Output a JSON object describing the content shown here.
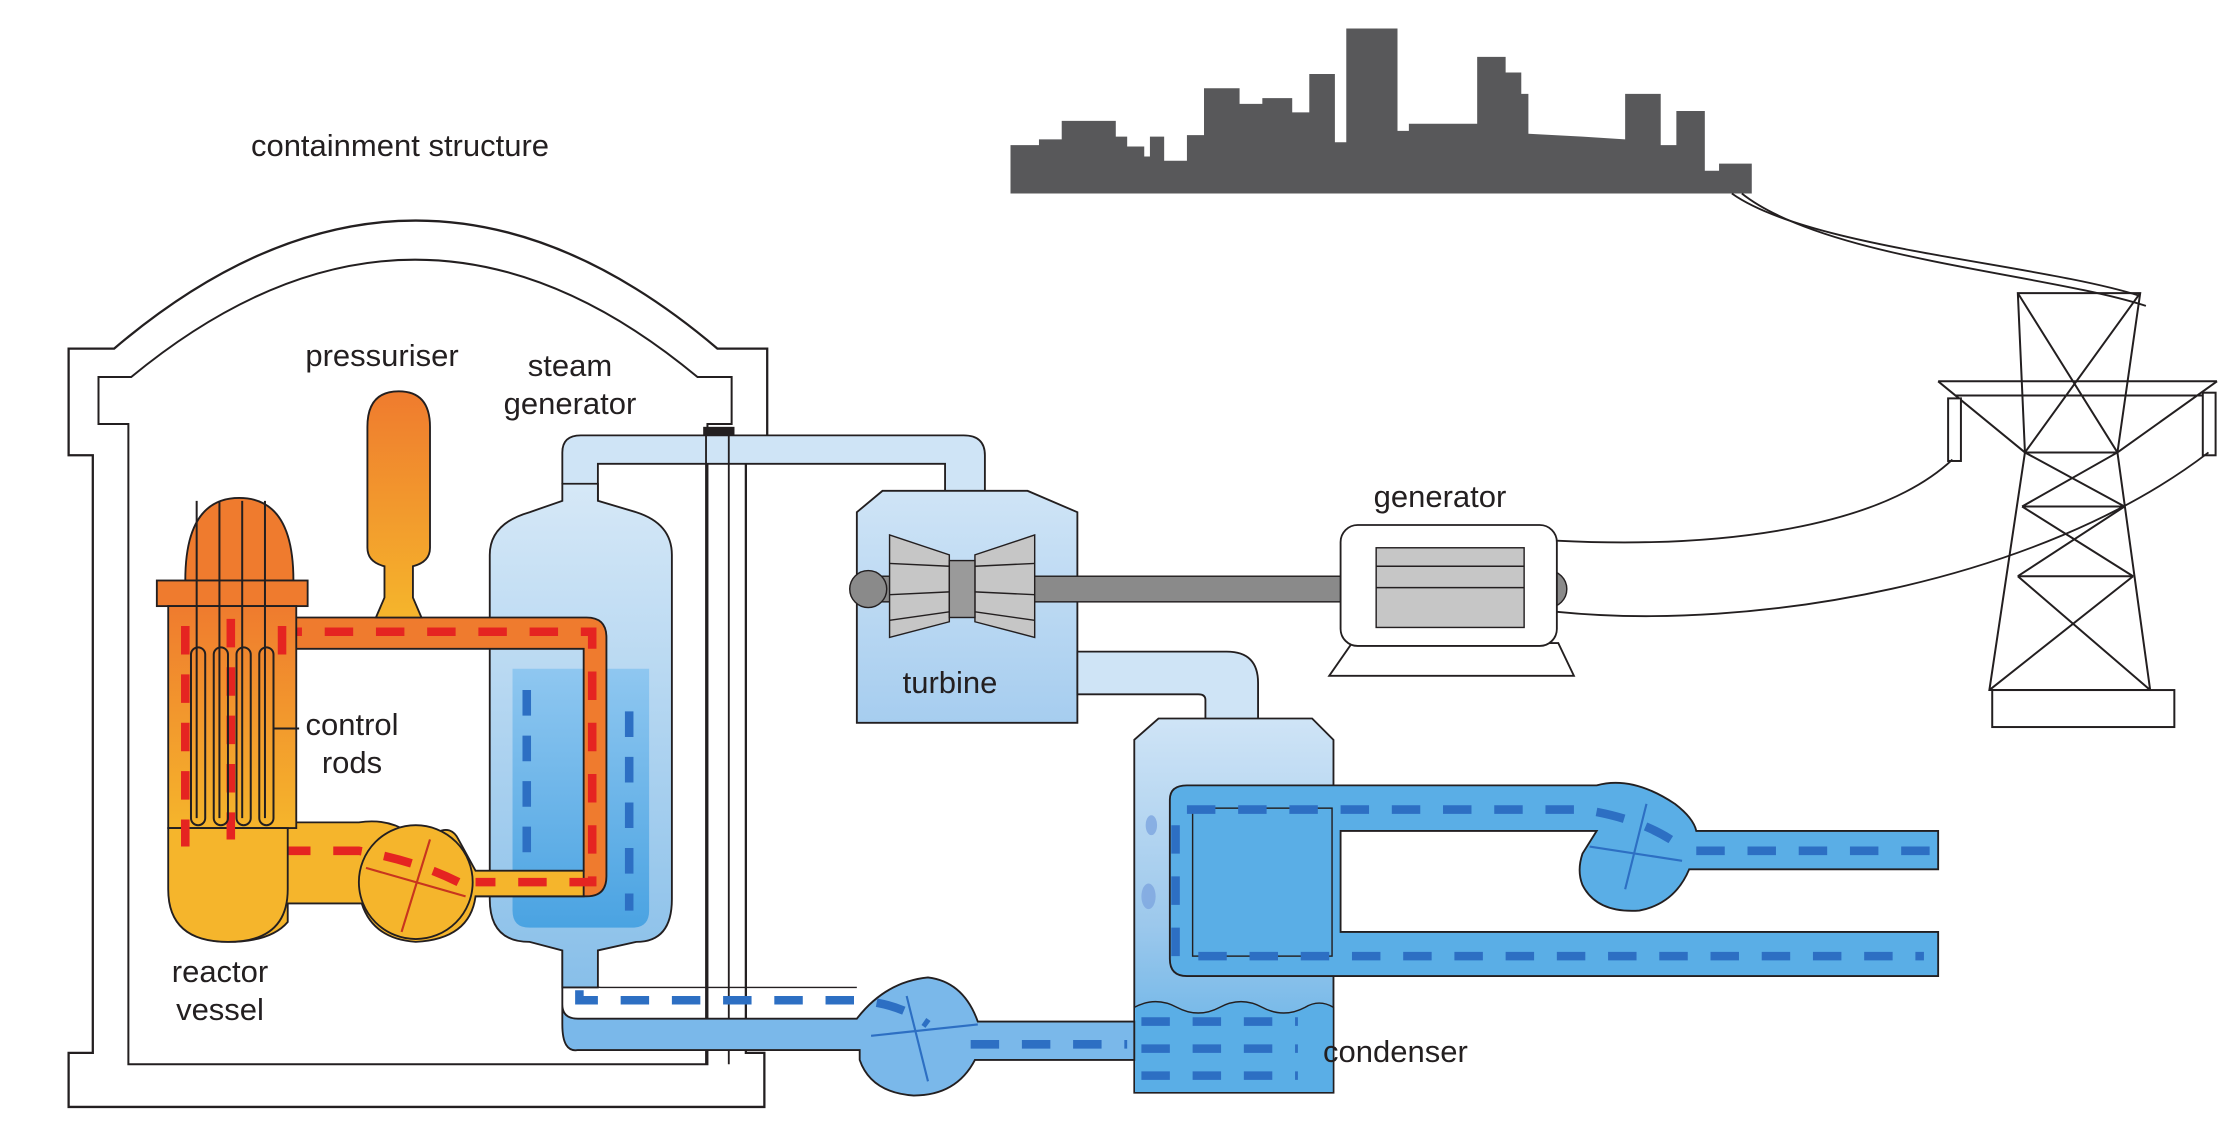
{
  "labels": {
    "containment": "containment structure",
    "pressuriser": "pressuriser",
    "steam_generator": "steam\ngenerator",
    "control_rods": "control\nrods",
    "reactor_vessel": "reactor\nvessel",
    "turbine": "turbine",
    "generator": "generator",
    "condenser": "condenser"
  },
  "colors": {
    "primary_hot": "#ef7b2e",
    "primary_warm": "#f5b52c",
    "primary_flow": "#e52421",
    "steam_light": "#cfe4f6",
    "steam_mid": "#9cc8ec",
    "water": "#5aaee6",
    "water_flow": "#2d6fc3",
    "machinery": "#bdbdbd",
    "city": "#58585a",
    "outline": "#231f20"
  }
}
